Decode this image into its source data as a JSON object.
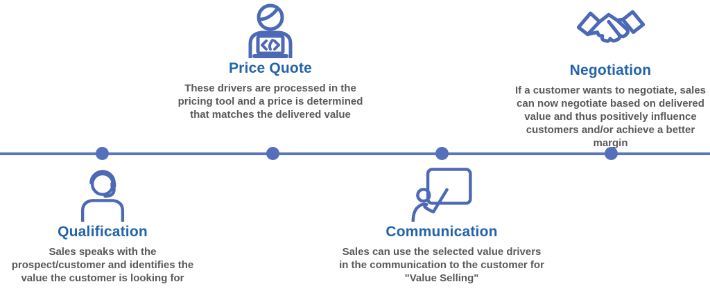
{
  "figure": {
    "name": "Value Selling sales process timeline",
    "accent_line_color": "#5b76c1",
    "icon_color": "#4c69b5",
    "title_color": "#2263a9",
    "body_text_color": "#595959"
  },
  "timeline": {
    "dot_count": 4
  },
  "stages": [
    {
      "id": "qualification",
      "position": "below-line",
      "icon": "headset-agent-icon",
      "title": "Qualification",
      "description": "Sales speaks with the prospect/customer and identifies the value the customer is looking for"
    },
    {
      "id": "price-quote",
      "position": "above-line",
      "icon": "developer-laptop-icon",
      "title": "Price Quote",
      "description": "These drivers are processed in the pricing tool and a price is determined that matches the delivered value"
    },
    {
      "id": "communication",
      "position": "below-line",
      "icon": "presentation-board-icon",
      "title": "Communication",
      "description": "Sales can use the selected value drivers in the communication to the customer for \"Value Selling\""
    },
    {
      "id": "negotiation",
      "position": "above-line",
      "icon": "handshake-icon",
      "title": "Negotiation",
      "description": "If a customer wants to negotiate, sales can now negotiate based on delivered value and thus positively influence customers and/or achieve a better margin"
    }
  ]
}
